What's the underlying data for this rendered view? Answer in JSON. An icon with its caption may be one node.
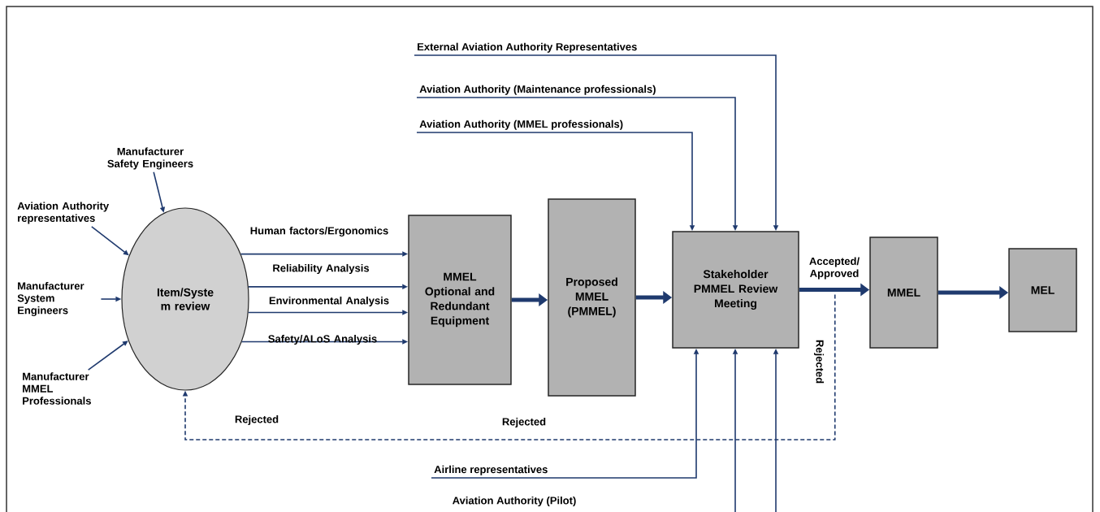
{
  "diagram": {
    "nodes": [
      {
        "text": [
          "Item/Syste m review"
        ]
      },
      {
        "text": [
          "MMEL Optional and Redundant Equipment"
        ]
      },
      {
        "text": [
          "Proposed MMEL (PMMEL)"
        ]
      },
      {
        "text": [
          "Stakeholder PMMEL Review Meeting"
        ]
      },
      {
        "text": [
          "MMEL"
        ]
      },
      {
        "text": [
          "MEL"
        ]
      },
      {
        "text": [
          "Manufacturer Safety Engineers"
        ]
      },
      {
        "text": [
          "Aviation Authority representatives"
        ]
      },
      {
        "text": [
          "Manufacturer System Engineers"
        ]
      },
      {
        "text": [
          "Manufacturer MMEL Professionals"
        ]
      },
      {
        "text": [
          "External Aviation Authority Representatives"
        ]
      },
      {
        "text": [
          "Aviation Authority (Maintenance professionals)"
        ]
      },
      {
        "text": [
          "Aviation Authority (MMEL professionals)"
        ]
      },
      {
        "text": [
          "Airline representatives"
        ]
      }
    ],
    "edges": [
      {
        "from": 6,
        "to": 0,
        "arrow": "to"
      },
      {
        "from": 7,
        "to": 0,
        "arrow": "to"
      },
      {
        "from": 8,
        "to": 0,
        "arrow": "to"
      },
      {
        "from": 9,
        "to": 0,
        "arrow": "to"
      },
      {
        "from": 0,
        "to": 1,
        "arrow": "to",
        "label": "Human factors/Ergonomics"
      },
      {
        "from": 0,
        "to": 1,
        "arrow": "to",
        "label": "Reliability Analysis"
      },
      {
        "from": 0,
        "to": 1,
        "arrow": "to",
        "label": "Environmental Analysis"
      },
      {
        "from": 0,
        "to": 1,
        "arrow": "to",
        "label": "Safety/ALoS Analysis"
      },
      {
        "from": 1,
        "to": 2,
        "arrow": "to",
        "style": "thick"
      },
      {
        "from": 2,
        "to": 3,
        "arrow": "to",
        "style": "thick"
      },
      {
        "from": 3,
        "to": 4,
        "arrow": "to",
        "style": "thick",
        "label": "Accepted/ Approved"
      },
      {
        "from": 4,
        "to": 5,
        "arrow": "to",
        "style": "thick"
      },
      {
        "from": 10,
        "to": 3,
        "arrow": "to"
      },
      {
        "from": 11,
        "to": 3,
        "arrow": "to"
      },
      {
        "from": 12,
        "to": 3,
        "arrow": "to"
      },
      {
        "from": 13,
        "to": 3,
        "arrow": "to"
      },
      {
        "from": null,
        "to": 3,
        "arrow": "to"
      },
      {
        "from": null,
        "to": 3,
        "arrow": "to"
      },
      {
        "from": 3,
        "to": 0,
        "arrow": "to",
        "style": "dashed",
        "label": "Rejected"
      }
    ],
    "labels": [
      "Rejected",
      "Rejected",
      "Aviation Authority (Pilot)"
    ]
  }
}
